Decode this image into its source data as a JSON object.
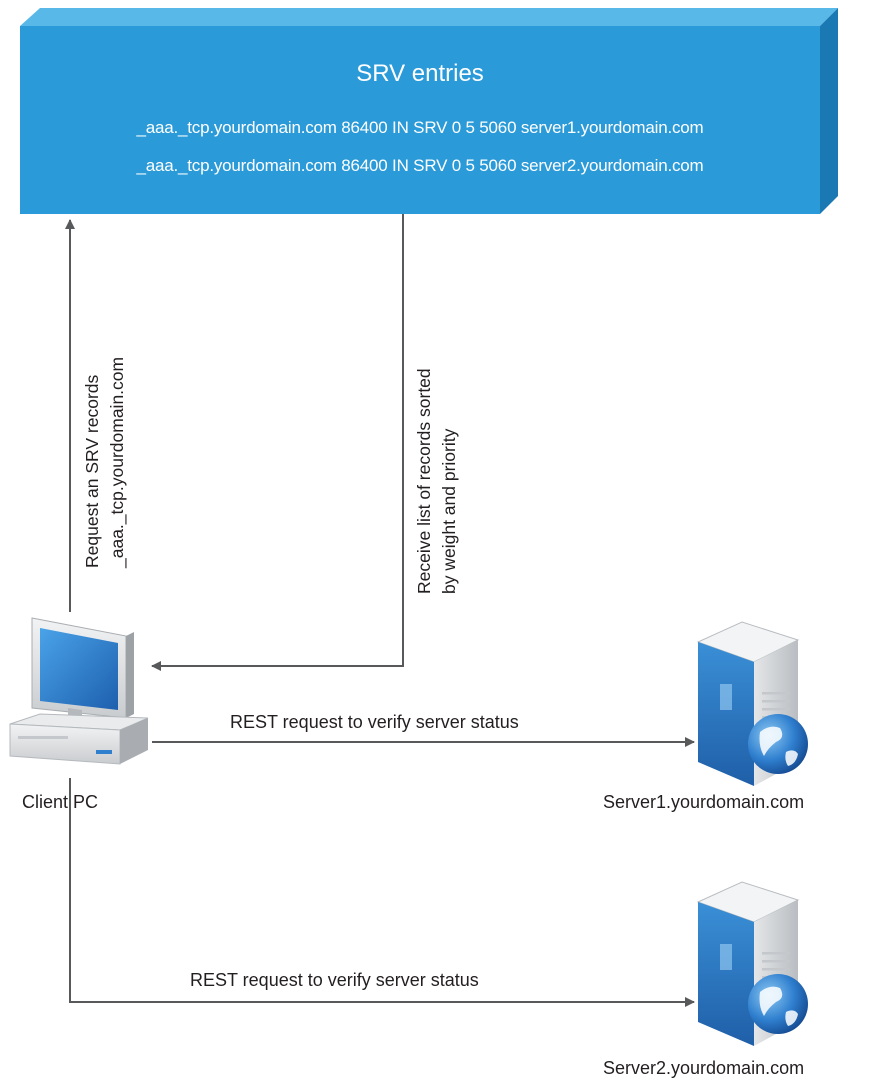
{
  "srv_box": {
    "title": "SRV entries",
    "entries": [
      "_aaa._tcp.yourdomain.com 86400 IN SRV 0 5 5060 server1.yourdomain.com",
      "_aaa._tcp.yourdomain.com 86400 IN SRV 0 5 5060 server2.yourdomain.com"
    ]
  },
  "request_label": [
    "Request an SRV records",
    "_aaa._tcp.yourdomain.com"
  ],
  "receive_label": [
    "Receive list of records sorted",
    "by weight and priority"
  ],
  "rest_label_1": "REST request to verify server status",
  "rest_label_2": "REST request to verify server status",
  "client_label": "Client PC",
  "server1_label": "Server1.yourdomain.com",
  "server2_label": "Server2.yourdomain.com",
  "colors": {
    "box_front": "#2a9ad8",
    "box_top": "#58b9e8",
    "box_side": "#1a78b3",
    "arrow": "#58595b"
  }
}
